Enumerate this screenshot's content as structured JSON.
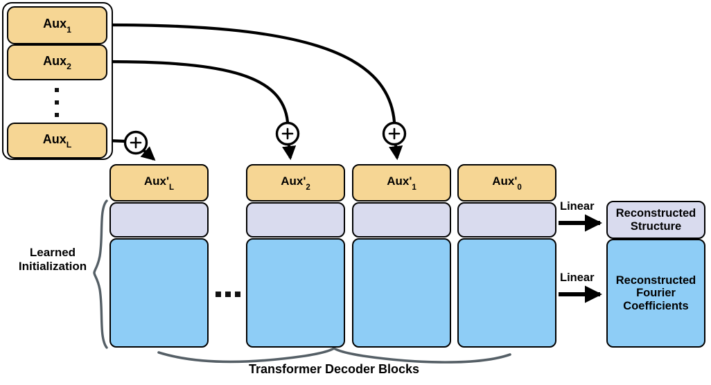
{
  "diagram": {
    "title": "Transformer decoder architecture with learned initialization",
    "colors": {
      "orange": "#f6d694",
      "lavender": "#d9dbee",
      "blue": "#8ecdf6",
      "stroke": "#000000",
      "brace": "#555f66"
    }
  },
  "aux_stack": {
    "items": [
      {
        "base": "Aux",
        "sub": "1"
      },
      {
        "base": "Aux",
        "sub": "2"
      },
      {
        "base": "Aux",
        "sub": "L"
      }
    ],
    "ellipsis": "vertical-dots"
  },
  "decoder_blocks": [
    {
      "label_base": "Aux'",
      "label_sub": "L"
    },
    {
      "label_base": "Aux'",
      "label_sub": "2"
    },
    {
      "label_base": "Aux'",
      "label_sub": "1"
    },
    {
      "label_base": "Aux'",
      "label_sub": "0"
    }
  ],
  "block_ellipsis": "horizontal-dots",
  "adders": [
    {
      "symbol": "+"
    },
    {
      "symbol": "+"
    },
    {
      "symbol": "+"
    }
  ],
  "braces": {
    "left_label_line1": "Learned",
    "left_label_line2": "Initialization",
    "bottom_label": "Transformer Decoder Blocks"
  },
  "projections": [
    {
      "label": "Linear"
    },
    {
      "label": "Linear"
    }
  ],
  "outputs": [
    {
      "line1": "Reconstructed",
      "line2": "Structure",
      "line3": ""
    },
    {
      "line1": "Reconstructed",
      "line2": "Fourier",
      "line3": "Coefficients"
    }
  ]
}
